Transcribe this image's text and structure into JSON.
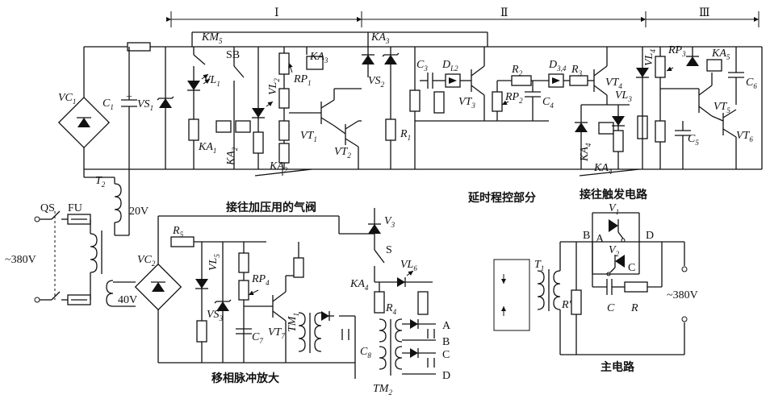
{
  "section_labels": {
    "sec1": "Ⅰ",
    "sec2": "Ⅱ",
    "sec3": "Ⅲ"
  },
  "captions": {
    "gas_valve": "接往加压用的气阀",
    "delay_program": "延时程控部分",
    "trigger": "接往触发电路",
    "phase_shift": "移相脉冲放大",
    "main_circuit": "主电路"
  },
  "components": {
    "VC1": "VC",
    "VC1_sub": "1",
    "C1": "C",
    "C1_sub": "1",
    "VS1": "VS",
    "VS1_sub": "1",
    "KM5": "KM",
    "KM5_sub": "5",
    "SB": "SB",
    "VL1": "VL",
    "VL1_sub": "1",
    "KA1": "KA",
    "KA1_sub": "1",
    "KA2": "KA",
    "KA2_sub": "2",
    "VL2": "VL",
    "VL2_sub": "2",
    "RP1": "RP",
    "RP1_sub": "1",
    "KA3": "KA",
    "KA3_sub": "3",
    "VT1": "VT",
    "VT1_sub": "1",
    "VT2": "VT",
    "VT2_sub": "2",
    "VS2": "VS",
    "VS2_sub": "2",
    "R1": "R",
    "R1_sub": "1",
    "C3": "C",
    "C3_sub": "3",
    "DL2": "D",
    "DL2_sub": "L2",
    "VT3": "VT",
    "VT3_sub": "3",
    "R2": "R",
    "R2_sub": "2",
    "RP2": "RP",
    "RP2_sub": "2",
    "C4": "C",
    "C4_sub": "4",
    "D34": "D",
    "D34_sub": "3,4",
    "R3": "R",
    "R3_sub": "3",
    "VT4": "VT",
    "VT4_sub": "4",
    "VL3": "VL",
    "VL3_sub": "3",
    "KA4": "KA",
    "KA4_sub": "4",
    "VL4": "VL",
    "VL4_sub": "4",
    "RP3": "RP",
    "RP3_sub": "3",
    "KA5": "KA",
    "KA5_sub": "5",
    "C6": "C",
    "C6_sub": "6",
    "VT5": "VT",
    "VT5_sub": "5",
    "C5": "C",
    "C5_sub": "5",
    "VT6": "VT",
    "VT6_sub": "6",
    "T2": "T",
    "T2_sub": "2",
    "v20": "20V",
    "QS": "QS",
    "FU": "FU",
    "v380": "~380V",
    "v40": "40V",
    "VC2": "VC",
    "VC2_sub": "2",
    "R5": "R",
    "R5_sub": "5",
    "VL5": "VL",
    "VL5_sub": "5",
    "VS3": "VS",
    "VS3_sub": "3",
    "RP4": "RP",
    "RP4_sub": "4",
    "C7": "C",
    "C7_sub": "7",
    "VT7": "VT",
    "VT7_sub": "7",
    "TM1": "TM",
    "TM1_sub": "1",
    "V3": "V",
    "V3_sub": "3",
    "S": "S",
    "VL6": "VL",
    "VL6_sub": "6",
    "R4": "R",
    "R4_sub": "4",
    "C8": "C",
    "C8_sub": "8",
    "TM2": "TM",
    "TM2_sub": "2",
    "A": "A",
    "B": "B",
    "C": "C",
    "D": "D",
    "T1": "T",
    "T1_sub": "1",
    "Rp": "R'",
    "V1": "V",
    "V1_sub": "1",
    "V2": "V",
    "V2_sub": "2",
    "Cm": "C",
    "Rm": "R",
    "mB": "B",
    "mA": "A",
    "mD": "D",
    "mC": "C",
    "m380": "~380V"
  }
}
